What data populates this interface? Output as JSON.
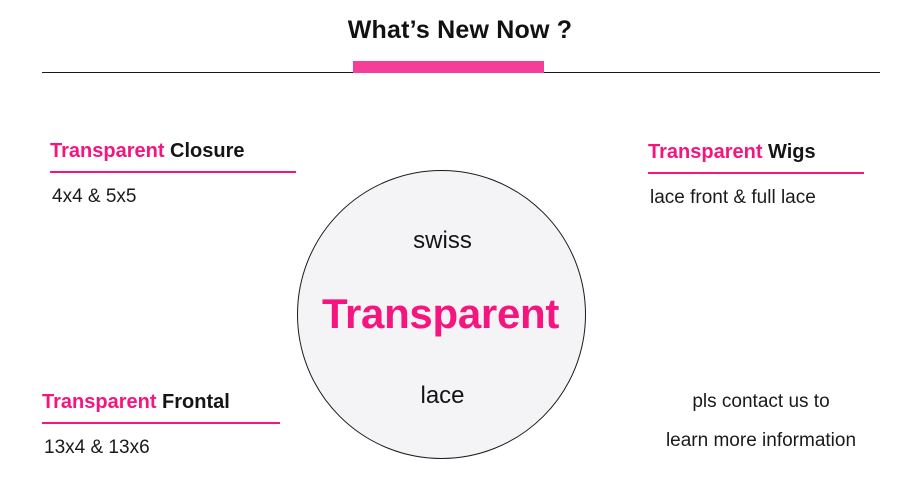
{
  "header": {
    "title": "What’s New Now ?",
    "accent_color": "#f43e98",
    "rule_color": "#1a1a1a"
  },
  "theme": {
    "pink": "#f4157f",
    "text": "#1a1a1a",
    "circle_fill": "#f4f3f6",
    "circle_border": "#1b1b1b"
  },
  "circle": {
    "top_label": "swiss",
    "main_label": "Transparent",
    "bottom_label": "lace"
  },
  "blocks": {
    "closure": {
      "heading_highlight": "Transparent",
      "heading_rest": " Closure",
      "detail": "4x4 & 5x5"
    },
    "wigs": {
      "heading_highlight": "Transparent",
      "heading_rest": " Wigs",
      "detail": "lace front & full lace"
    },
    "frontal": {
      "heading_highlight": "Transparent",
      "heading_rest": " Frontal",
      "detail": "13x4 & 13x6"
    },
    "contact": {
      "line1": "pls contact us to",
      "line2": "learn more information"
    }
  }
}
